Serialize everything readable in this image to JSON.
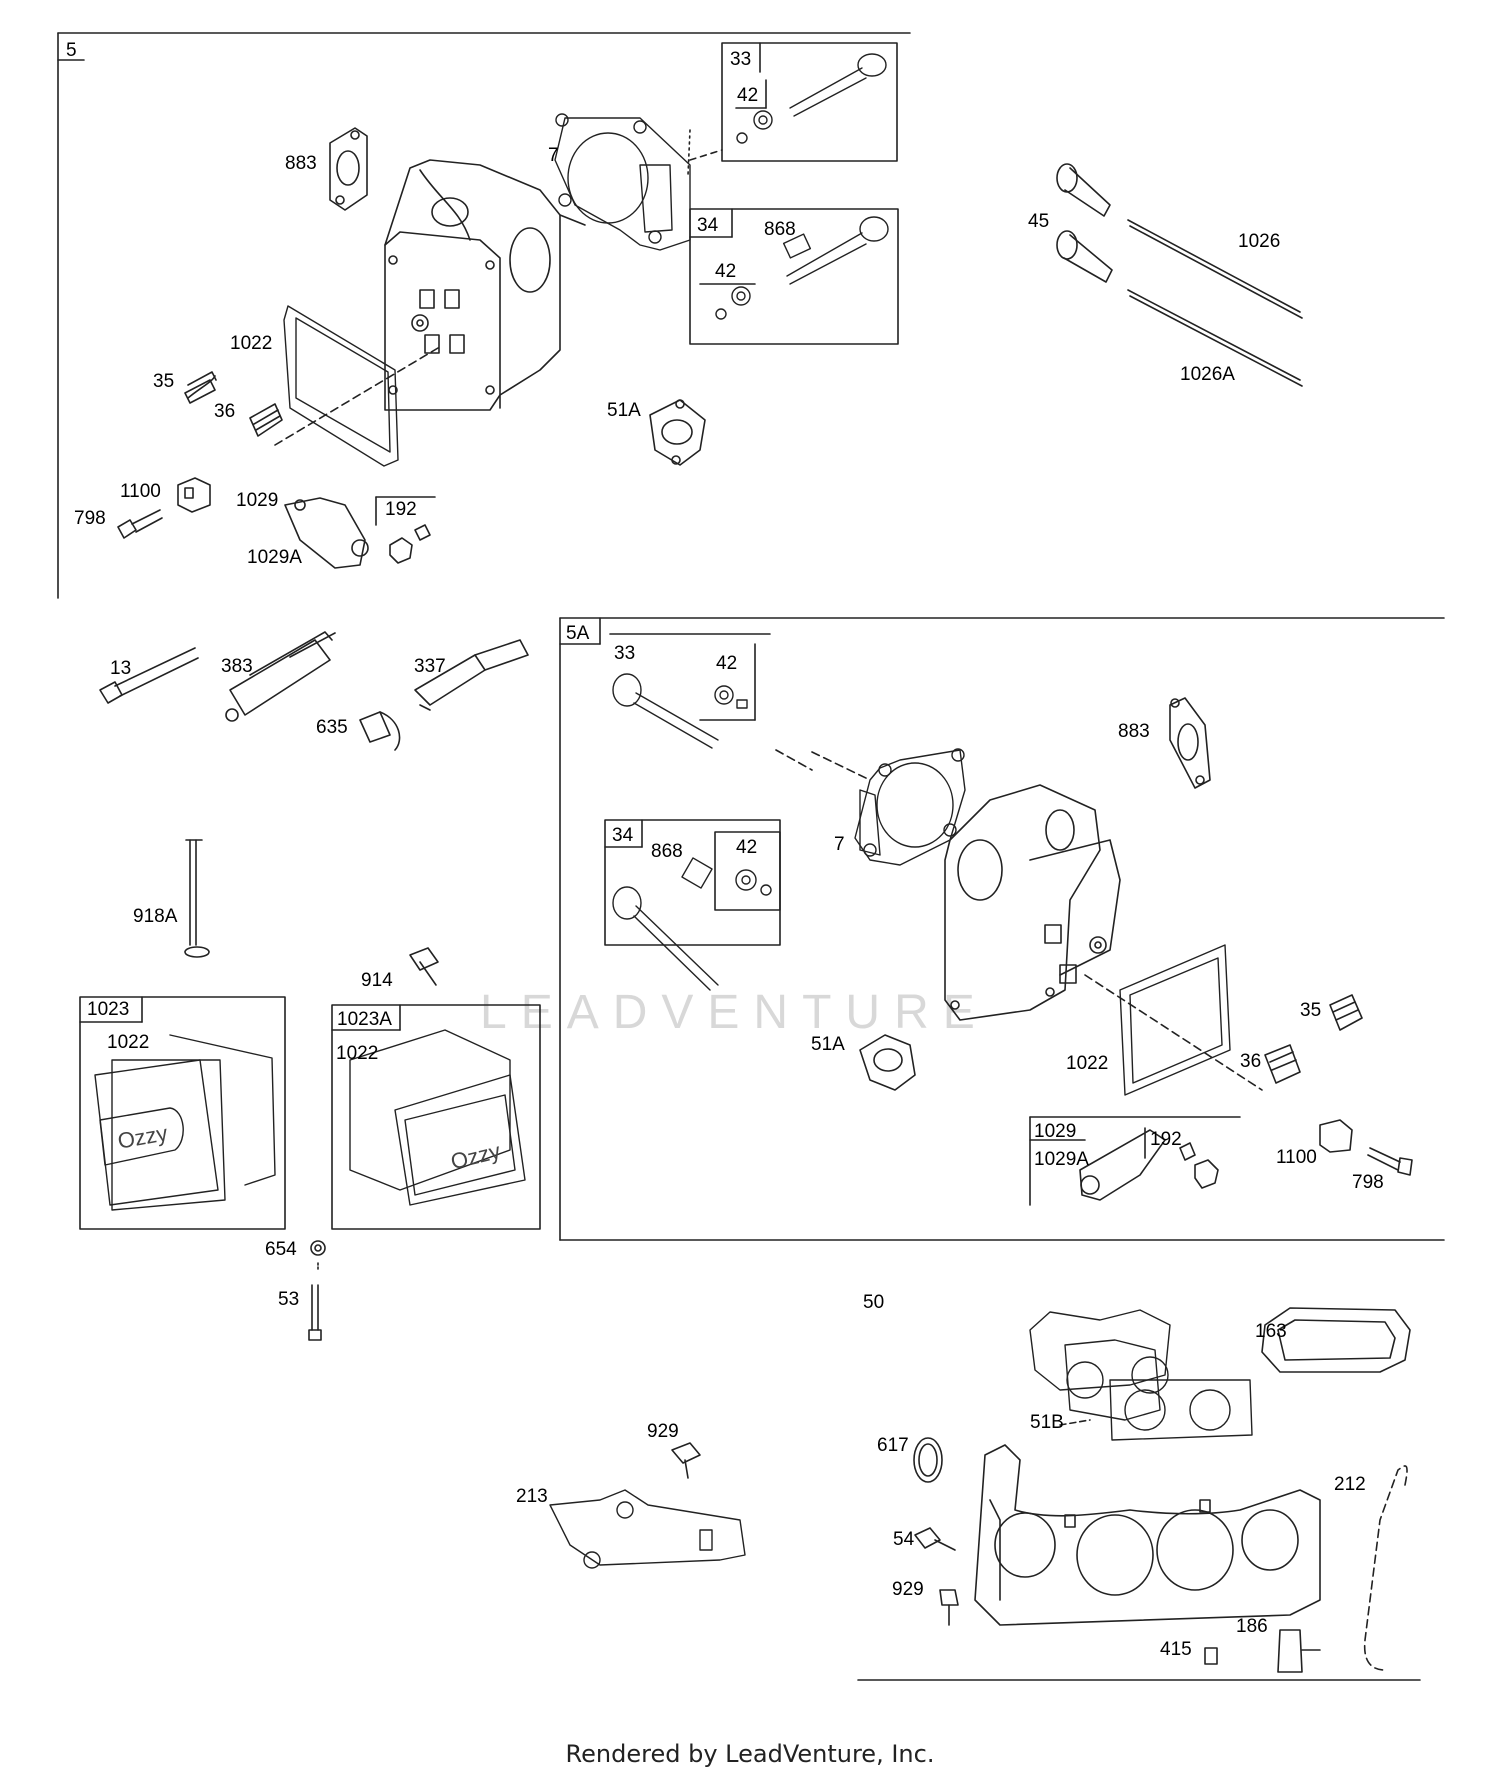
{
  "sections": {
    "s5": "5",
    "s5a": "5A",
    "s50": "50"
  },
  "parts": {
    "p5_33": "33",
    "p5_42a": "42",
    "p5_34": "34",
    "p5_868": "868",
    "p5_42b": "42",
    "p5_883": "883",
    "p5_7": "7",
    "p5_1022": "1022",
    "p5_35": "35",
    "p5_36": "36",
    "p5_51A": "51A",
    "p5_1100": "1100",
    "p5_798": "798",
    "p5_1029": "1029",
    "p5_1029A": "1029A",
    "p5_192": "192",
    "p_45": "45",
    "p_1026": "1026",
    "p_1026A": "1026A",
    "p_13": "13",
    "p_383": "383",
    "p_337": "337",
    "p_635": "635",
    "p_918A": "918A",
    "p_914": "914",
    "p_1023": "1023",
    "p_1022a": "1022",
    "p_1023A": "1023A",
    "p_1022b": "1022",
    "p_654": "654",
    "p_53": "53",
    "p5a_33": "33",
    "p5a_42a": "42",
    "p5a_34": "34",
    "p5a_868": "868",
    "p5a_42b": "42",
    "p5a_883": "883",
    "p5a_7": "7",
    "p5a_51A": "51A",
    "p5a_1022": "1022",
    "p5a_35": "35",
    "p5a_36": "36",
    "p5a_1029": "1029",
    "p5a_1029A": "1029A",
    "p5a_192": "192",
    "p5a_1100": "1100",
    "p5a_798": "798",
    "p_929a": "929",
    "p_213": "213",
    "p50_163": "163",
    "p50_51B": "51B",
    "p50_617": "617",
    "p50_54": "54",
    "p50_929": "929",
    "p50_212": "212",
    "p50_186": "186",
    "p50_415": "415"
  },
  "watermark": "LEADVENTURE",
  "footer": "Rendered by LeadVenture, Inc."
}
